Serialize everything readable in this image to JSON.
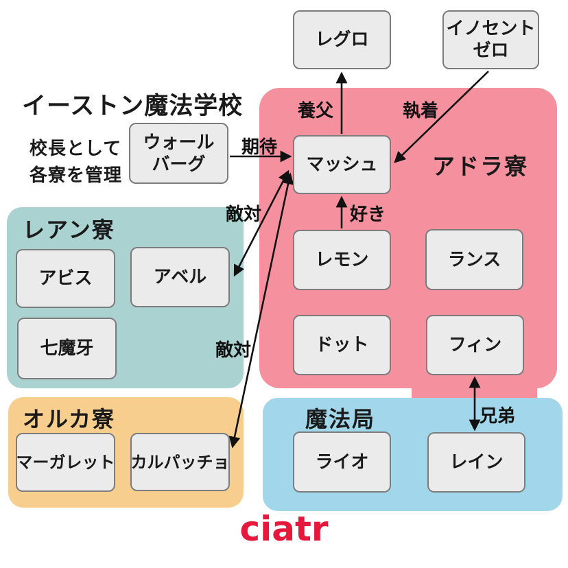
{
  "page": {
    "title": "イーストン魔法学校",
    "subtitle_line1": "校長として",
    "subtitle_line2": "各寮を管理",
    "logo": "ciatr"
  },
  "colors": {
    "adler_pink": "#f5909e",
    "lean_teal": "#a9d2d1",
    "orca_orange": "#f7ce8d",
    "bureau_blue": "#a2d7eb",
    "node_fill": "#ebebeb",
    "node_border": "#7c7c7c",
    "logo_red": "#e6183c",
    "arrow_black": "#111111"
  },
  "regions": {
    "adler": {
      "label": "アドラ寮"
    },
    "lean": {
      "label": "レアン寮"
    },
    "orca": {
      "label": "オルカ寮"
    },
    "bureau": {
      "label": "魔法局"
    }
  },
  "nodes": {
    "regro": {
      "label": "レグロ"
    },
    "innocent_zero": {
      "label_line1": "イノセント",
      "label_line2": "ゼロ"
    },
    "wahlberg": {
      "label_line1": "ウォール",
      "label_line2": "バーグ"
    },
    "mash": {
      "label": "マッシュ"
    },
    "lemon": {
      "label": "レモン"
    },
    "lance": {
      "label": "ランス"
    },
    "dot": {
      "label": "ドット"
    },
    "finn": {
      "label": "フィン"
    },
    "abyss": {
      "label": "アビス"
    },
    "abel": {
      "label": "アベル"
    },
    "shichimaga": {
      "label": "七魔牙"
    },
    "margarette": {
      "label": "マーガレット"
    },
    "carpaccio": {
      "label": "カルパッチョ"
    },
    "lio": {
      "label": "ライオ"
    },
    "rayne": {
      "label": "レイン"
    }
  },
  "relations": {
    "youfu": "養父",
    "shuchaku": "執着",
    "kitai": "期待",
    "suki": "好き",
    "tekitai_abel": "敵対",
    "tekitai_carpaccio": "敵対",
    "kyoudai": "兄弟"
  }
}
